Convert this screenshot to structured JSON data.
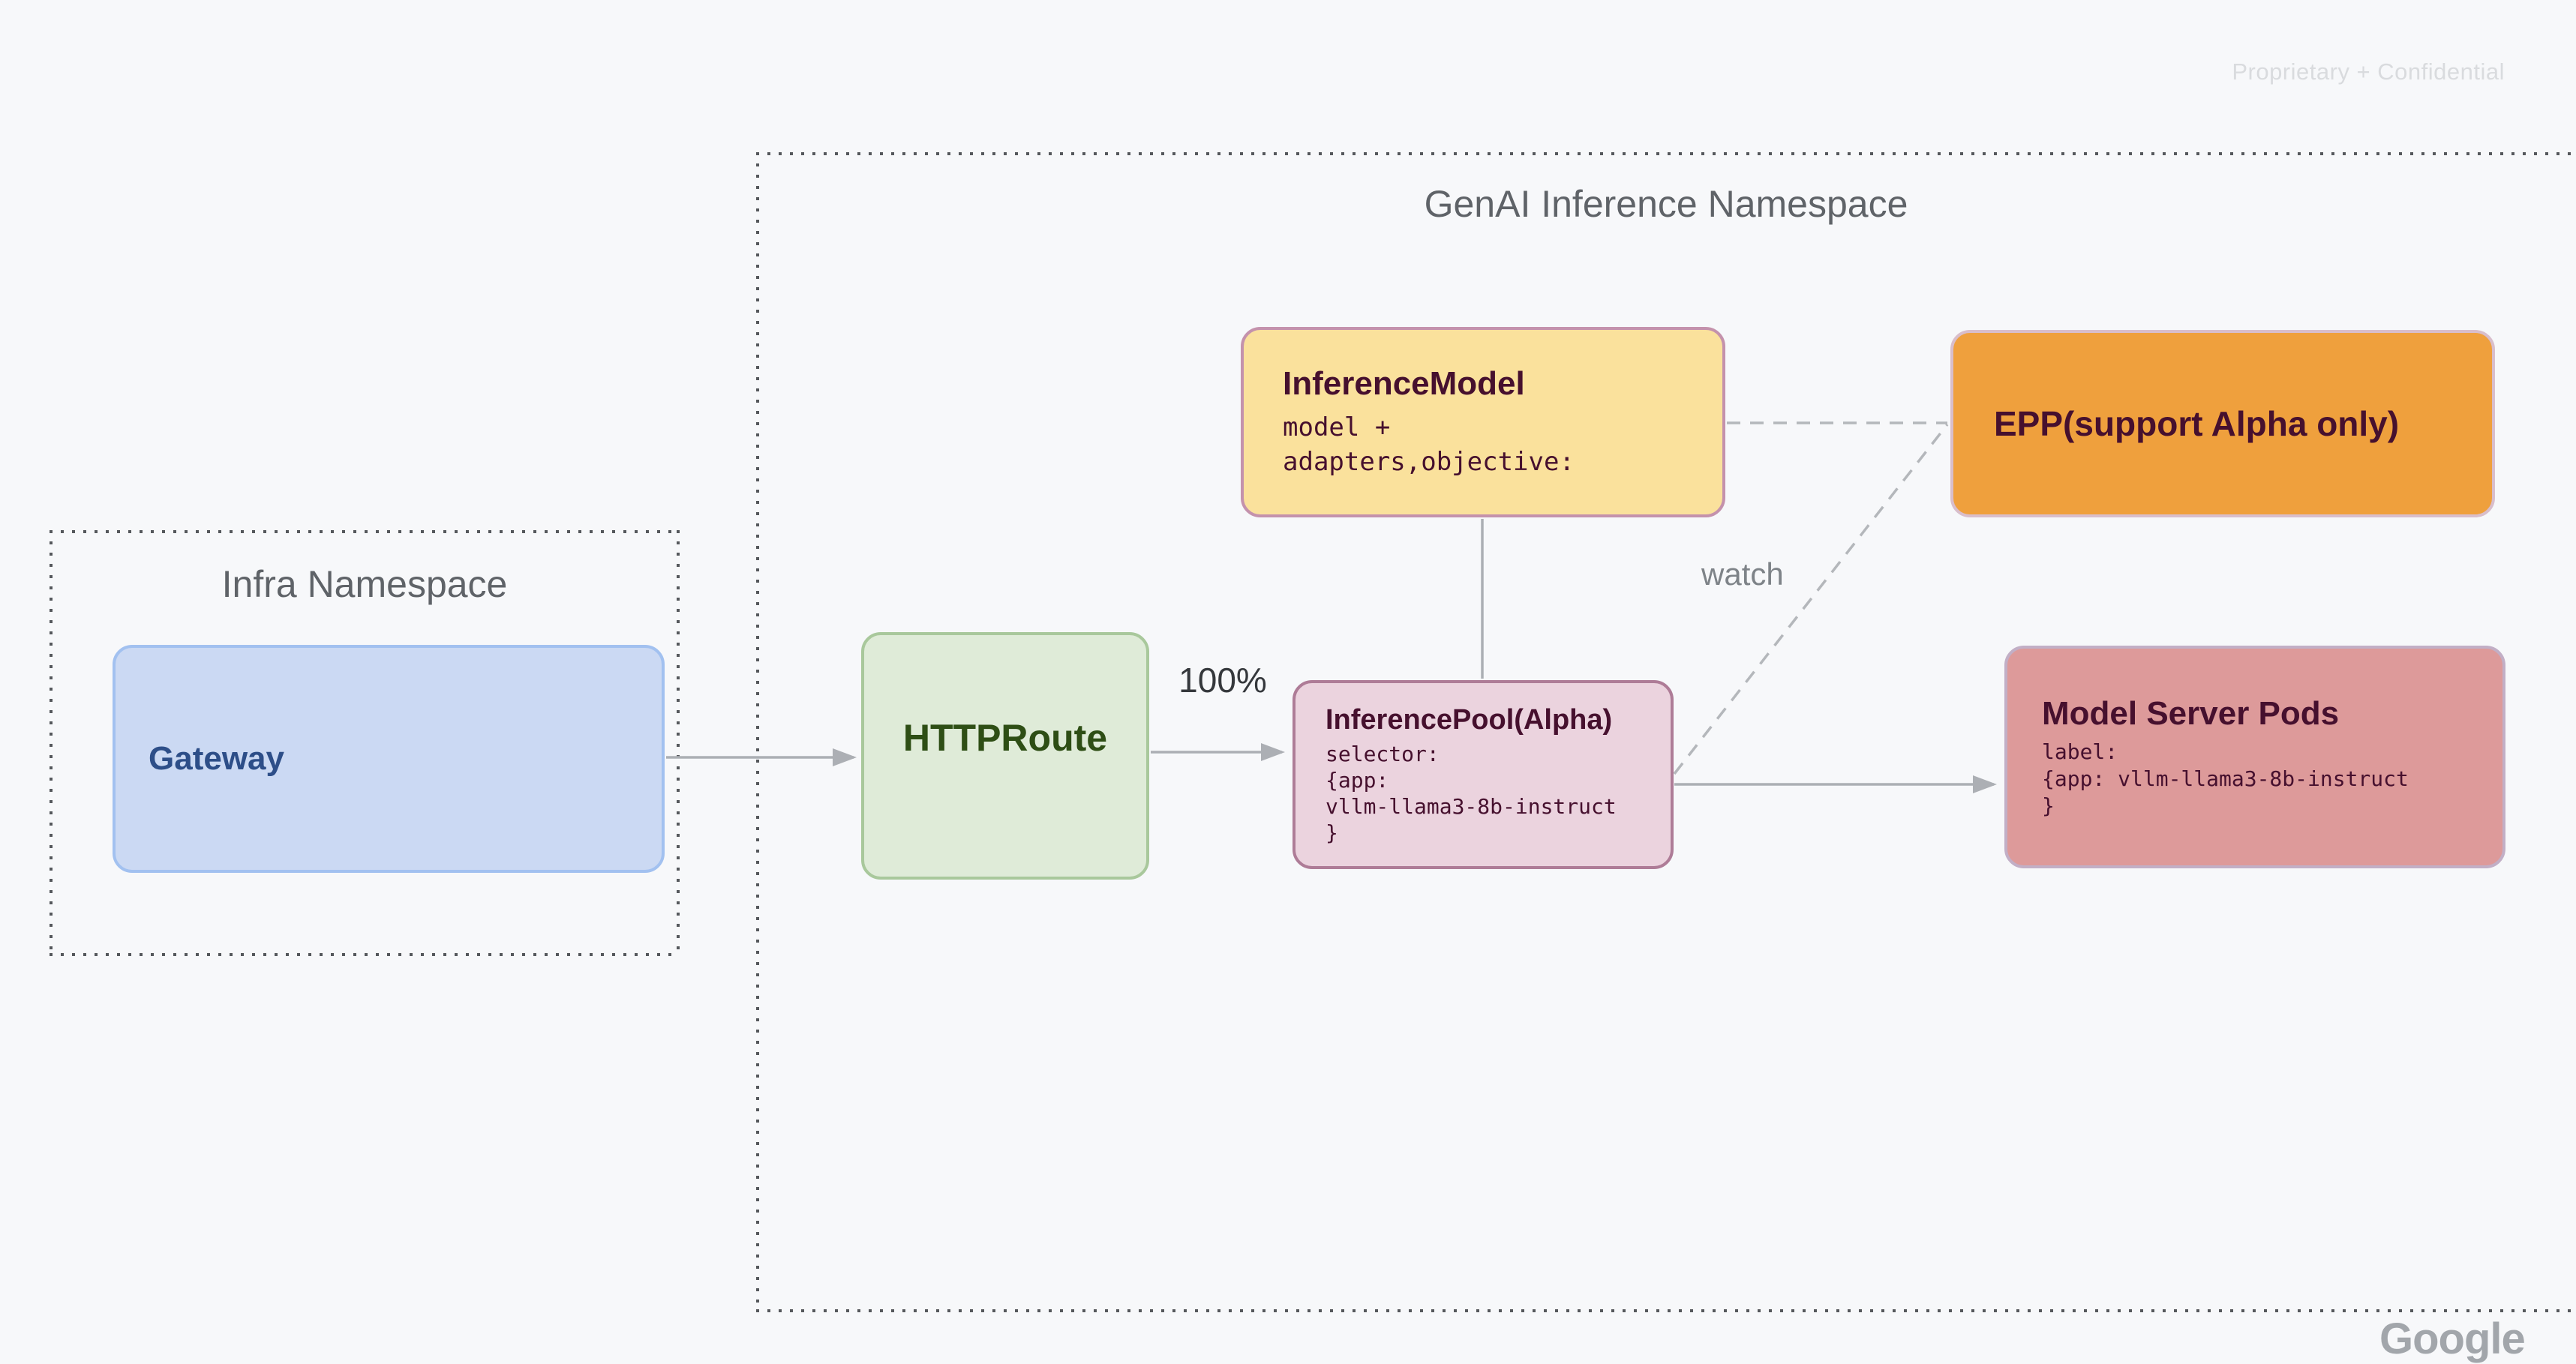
{
  "page": {
    "watermark": "Proprietary + Confidential",
    "partial_logo_text": "Google",
    "background_color": "#f7f8fa"
  },
  "namespaces": {
    "genai": {
      "title": "GenAI Inference Namespace"
    },
    "infra": {
      "title": "Infra Namespace"
    }
  },
  "nodes": {
    "gateway": {
      "title": "Gateway",
      "fill": "#cbd9f3",
      "border": "#a2c1f0",
      "text_color": "#2d4e88"
    },
    "httproute": {
      "title": "HTTPRoute",
      "fill": "#dfebd8",
      "border": "#a9c89c",
      "text_color": "#2e4e15"
    },
    "inference_model": {
      "title": "InferenceModel",
      "body_lines": [
        "model +",
        "adapters,objective:"
      ],
      "fill": "#fae19c",
      "border": "#c492ac",
      "text_color": "#46102e"
    },
    "epp": {
      "title": "EPP(support Alpha only)",
      "fill": "#efa03d",
      "border": "#d9becb",
      "text_color": "#46102e"
    },
    "inference_pool": {
      "title": "InferencePool(Alpha)",
      "body_lines": [
        "selector:",
        "{app:",
        "vllm-llama3-8b-instruct",
        "}"
      ],
      "fill": "#ebd3de",
      "border": "#ae7c97",
      "text_color": "#46102e"
    },
    "model_server_pods": {
      "title": "Model Server Pods",
      "body_lines": [
        "label:",
        "{app: vllm-llama3-8b-instruct",
        "}"
      ],
      "fill": "#dd9a9a",
      "border": "#c2afc6",
      "text_color": "#46102e"
    }
  },
  "edges": {
    "gateway_to_httproute": {
      "type": "solid-arrow",
      "label": ""
    },
    "httproute_to_pool": {
      "type": "solid-arrow",
      "label": "100%"
    },
    "inference_model_to_pool": {
      "type": "solid-line",
      "label": ""
    },
    "inference_model_to_epp": {
      "type": "dashed-line",
      "label": ""
    },
    "pool_to_epp": {
      "type": "dashed-line",
      "label": "watch"
    },
    "pool_to_model_servers": {
      "type": "solid-arrow",
      "label": ""
    },
    "line_color": "#acafb4",
    "dash_color": "#b4b7bb"
  }
}
